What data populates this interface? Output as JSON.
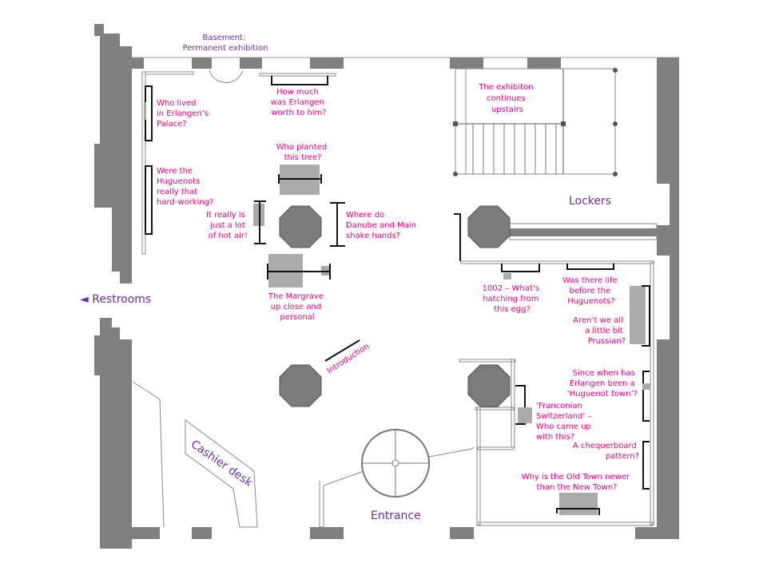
{
  "title": "Floor plan",
  "colors": {
    "question": "#e6007e",
    "place": "#6b2fa0",
    "wall": "#7f8181"
  },
  "places": {
    "basement": [
      "Basement:",
      "Permanent exhibition"
    ],
    "restrooms": "◄ Restrooms",
    "lockers": "Lockers",
    "entrance": "Entrance",
    "cashier": "Cashier desk",
    "upstairs": [
      "The exhibiton",
      "continues",
      "upstairs"
    ],
    "introduction": "Introduction"
  },
  "questions": {
    "palace": [
      "Who lived",
      "in Erlangen’s",
      "Palace?"
    ],
    "huguenots_hard": [
      "Were the",
      "Huguenots",
      "really that",
      "hard-working?"
    ],
    "worth": [
      "How much",
      "was Erlangen",
      "worth to him?"
    ],
    "tree": [
      "Who planted",
      "this tree?"
    ],
    "hot_air": [
      "It really is",
      "just a lot",
      "of hot air!"
    ],
    "danube": [
      "Where do",
      "Danube and Main",
      "shake hands?"
    ],
    "margrave": [
      "The Margrave",
      "up close and",
      "personal"
    ],
    "egg": [
      "1002 – What’s",
      "hatching from",
      "this egg?"
    ],
    "life_before": [
      "Was there life",
      "before the",
      "Huguenots?"
    ],
    "prussian": [
      "Aren’t we all",
      "a little bit",
      "Prussian?"
    ],
    "huguenot_town": [
      "Since when has",
      "Erlangen been a",
      "‘Huguenot town’?"
    ],
    "franconian": [
      "‘Franconian",
      "Switzerland’ –",
      "Who came up",
      "with this?"
    ],
    "chequerboard": [
      "A chequerboard",
      "pattern?"
    ],
    "old_town": [
      "Why is the Old Town newer",
      "than the New Town?"
    ]
  }
}
